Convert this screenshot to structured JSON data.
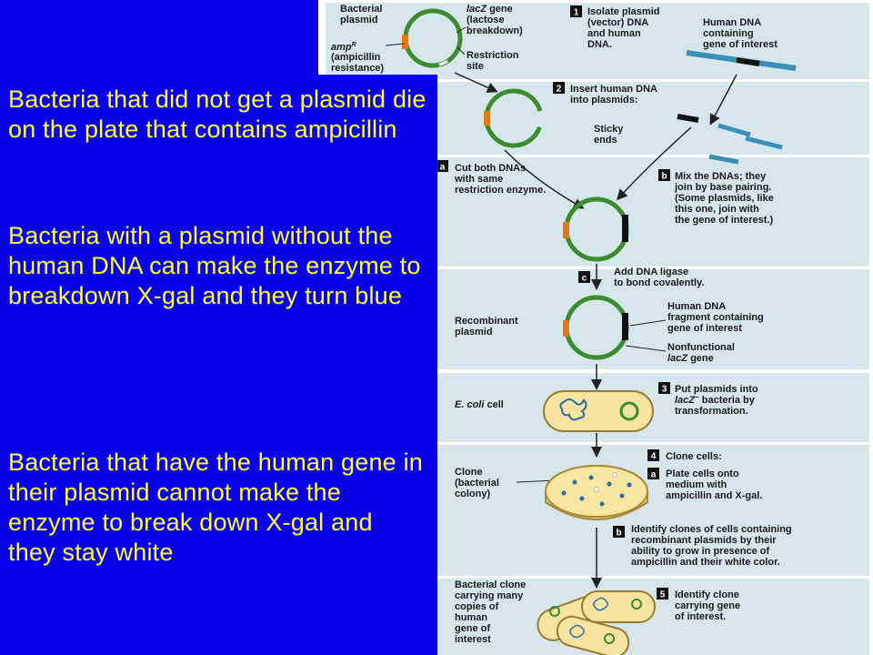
{
  "overlay": {
    "point1": "Bacteria that did not get a plasmid die on the plate that contains ampicillin",
    "point2": "Bacteria with a plasmid without the human DNA can make the enzyme to breakdown X-gal and they turn blue",
    "point3": "Bacteria that have the human gene in their plasmid cannot make the enzyme to break down X-gal and they stay white"
  },
  "diagram": {
    "bacterial_plasmid": [
      "Bacterial",
      "plasmid"
    ],
    "ampR": [
      "amp",
      "R",
      "(ampicillin",
      "resistance)"
    ],
    "lacZ": [
      "lacZ",
      " gene",
      "(lactose",
      "breakdown)"
    ],
    "restriction_site": [
      "Restriction",
      "site"
    ],
    "step1_num": "1",
    "step1": [
      "Isolate plasmid",
      "(vector) DNA",
      "and human",
      "DNA."
    ],
    "human_dna": [
      "Human DNA",
      "containing",
      "gene of interest"
    ],
    "step2_num": "2",
    "step2": [
      "Insert human DNA",
      "into plasmids:"
    ],
    "sticky_ends": [
      "Sticky",
      "ends"
    ],
    "stepa_num": "a",
    "stepa": [
      "Cut both DNAs",
      "with same",
      "restriction enzyme."
    ],
    "stepb_num": "b",
    "stepb": [
      "Mix the DNAs; they",
      "join by base pairing.",
      "(Some plasmids, like",
      "this one, join with",
      "the gene of interest.)"
    ],
    "stepc_num": "c",
    "stepc": [
      "Add DNA ligase",
      "to bond covalently."
    ],
    "recombinant": [
      "Recombinant",
      "plasmid"
    ],
    "human_fragment": [
      "Human DNA",
      "fragment containing",
      "gene of interest"
    ],
    "nonfunctional": [
      "Nonfunctional",
      "lacZ",
      " gene"
    ],
    "ecoli": [
      "E. coli",
      " cell"
    ],
    "step3_num": "3",
    "step3": [
      "Put plasmids into",
      "lacZ",
      "−",
      " bacteria by",
      "transformation."
    ],
    "step4_num": "4",
    "step4": "Clone cells:",
    "clone": [
      "Clone",
      "(bacterial",
      "colony)"
    ],
    "step4a_num": "a",
    "step4a": [
      "Plate cells onto",
      "medium with",
      "ampicillin and X-gal."
    ],
    "step4b_num": "b",
    "step4b": [
      "Identify clones of cells containing",
      "recombinant plasmids by their",
      "ability to grow in presence of",
      "ampicillin and their white color."
    ],
    "clone_carrying": [
      "Bacterial clone",
      "carrying many",
      "copies of",
      "human",
      "gene of",
      "interest"
    ],
    "step5_num": "5",
    "step5": [
      "Identify clone",
      "carrying gene",
      "of interest."
    ]
  }
}
